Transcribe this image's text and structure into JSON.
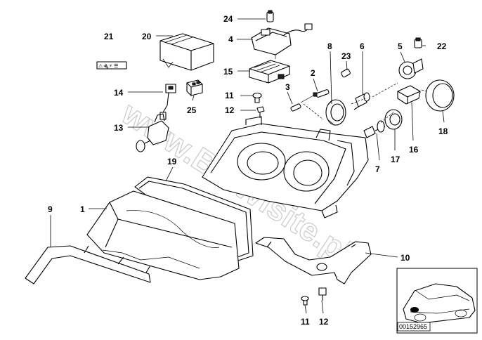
{
  "callouts": {
    "c24": "24",
    "c21": "21",
    "c20": "20",
    "c4": "4",
    "c8": "8",
    "c23": "23",
    "c6": "6",
    "c5": "5",
    "c22": "22",
    "c15": "15",
    "c2": "2",
    "c3": "3",
    "c14": "14",
    "c11a": "11",
    "c25": "25",
    "c12a": "12",
    "c13": "13",
    "c18": "18",
    "c16": "16",
    "c17": "17",
    "c7": "7",
    "c19": "19",
    "c9": "9",
    "c1": "1",
    "c10": "10",
    "c11b": "11",
    "c12b": "12"
  },
  "label_sticker_text": "⚠🔌⚡ ☰",
  "watermark": "www.BMWlsite.pl",
  "inset": {
    "doc_code": "00152965"
  },
  "colors": {
    "line": "#000000",
    "background": "#ffffff",
    "watermark": "#b8b8b8"
  }
}
